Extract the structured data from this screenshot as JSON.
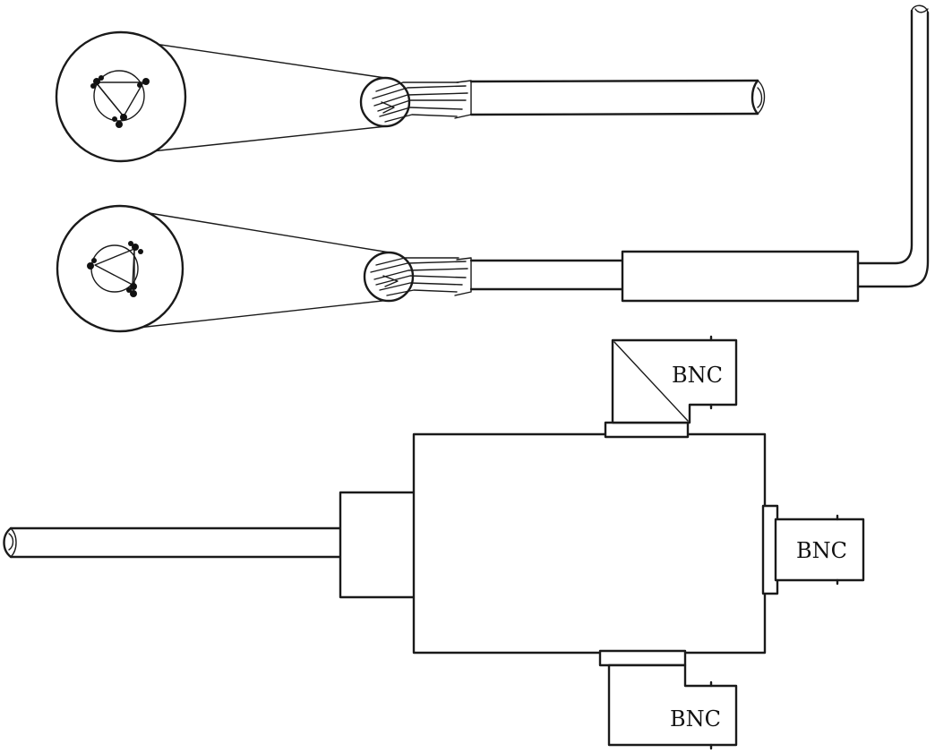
{
  "labels": {
    "bnc_top": "BNC",
    "bnc_right": "BNC",
    "bnc_bottom": "BNC"
  }
}
